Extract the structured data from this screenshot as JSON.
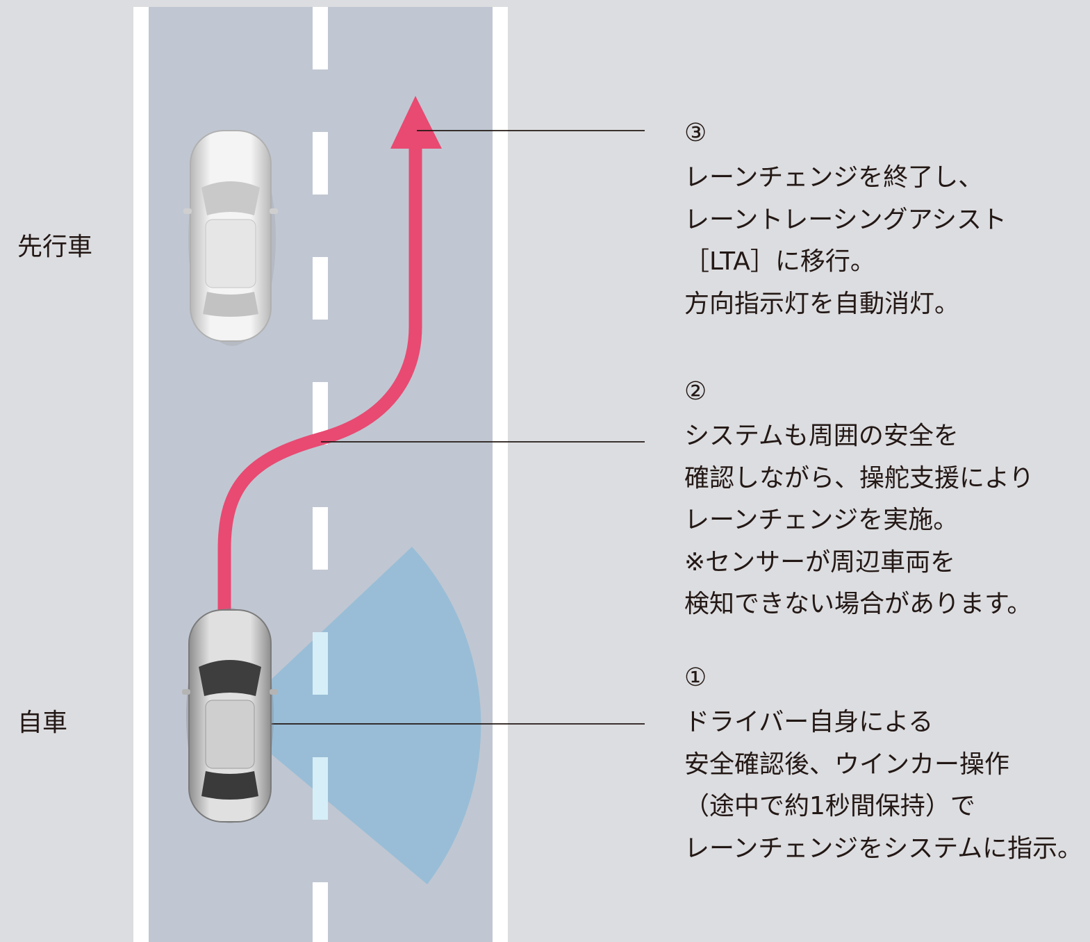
{
  "labels": {
    "lead_vehicle": "先行車",
    "own_vehicle": "自車"
  },
  "steps": [
    {
      "number": "①",
      "lines": [
        "ドライバー自身による",
        "安全確認後、ウインカー操作",
        "（途中で約1秒間保持）で",
        "レーンチェンジをシステムに指示。"
      ]
    },
    {
      "number": "②",
      "lines": [
        "システムも周囲の安全を",
        "確認しながら、操舵支援により",
        "レーンチェンジを実施。",
        "※センサーが周辺車両を",
        "検知できない場合があります。"
      ]
    },
    {
      "number": "③",
      "lines": [
        "レーンチェンジを終了し、",
        "レーントレーシングアシスト",
        "［LTA］に移行。",
        "方向指示灯を自動消灯。"
      ]
    }
  ],
  "colors": {
    "background": "#dcdde0",
    "road": "#c0c7d2",
    "lane_line": "#ffffff",
    "trajectory_arrow": "#e84a72",
    "sensor_area": "#99bdd6",
    "sensor_dash": "#d6eef7"
  }
}
